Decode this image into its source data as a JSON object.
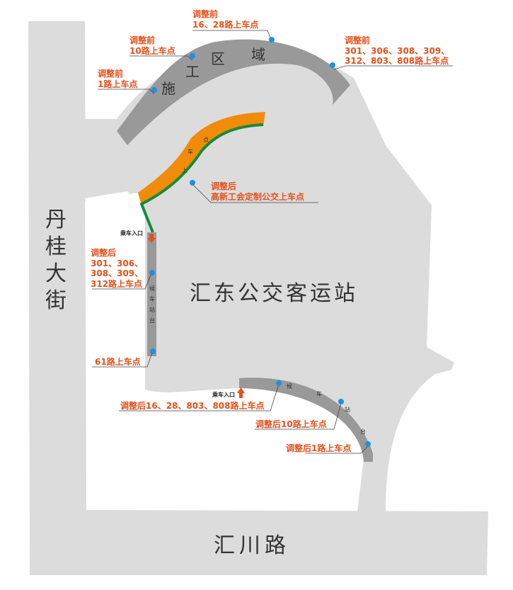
{
  "streets": {
    "left_street": [
      "丹",
      "桂",
      "大",
      "街"
    ],
    "bottom_street": "汇川路"
  },
  "station_name": "汇东公交客运站",
  "construction_zone": [
    "施",
    "工",
    "区",
    "域"
  ],
  "orange_road_text": [
    "点",
    "车",
    "上"
  ],
  "platform_text": [
    "候",
    "车",
    "站",
    "台"
  ],
  "entrance_label": "乘车入口",
  "before_labels": {
    "route1": [
      "调整前",
      "1路上车点"
    ],
    "route10": [
      "调整前",
      "10路上车点"
    ],
    "route16_28": [
      "调整前",
      "16、28路上车点"
    ],
    "route300s": [
      "调整前",
      "301、306、308、309、",
      "312、803、808路上车点"
    ]
  },
  "after_labels": {
    "custom": [
      "调整后",
      "高新工会定制公交上车点"
    ],
    "route300s": [
      "调整后",
      "301、306、",
      "308、309、",
      "312路上车点"
    ],
    "route61": "61路上车点",
    "route16_28_803_808": "调整后16、28、803、808路上车点",
    "route10": "调整后10路上车点",
    "route1": "调整后1路上车点"
  },
  "colors": {
    "ground": "#dcdcdc",
    "road": "#999999",
    "orange": "#f08c0a",
    "green": "#1a8a3a",
    "label": "#e2521d",
    "stop": "#1e90e0"
  }
}
